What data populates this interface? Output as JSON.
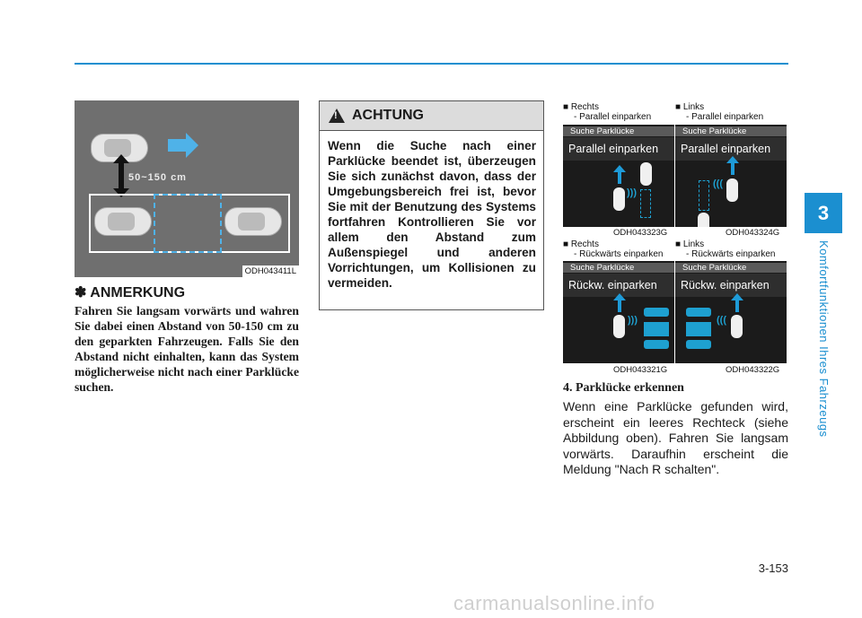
{
  "chapter": {
    "number": "3",
    "title": "Komfortfunktionen Ihres Fahrzeugs"
  },
  "page_number": "3-153",
  "figure_left": {
    "code": "ODH043411L",
    "distance_label": "50~150 cm"
  },
  "note": {
    "heading": "✽ ANMERKUNG",
    "text": "Fahren Sie langsam vorwärts und wahren Sie dabei einen Abstand von 50-150 cm zu den geparkten Fahrzeugen. Falls Sie den Abstand nicht einhalten, kann das System möglicherweise nicht nach einer Parklücke suchen."
  },
  "caution": {
    "heading": "ACHTUNG",
    "text": "Wenn die Suche nach einer Parklücke beendet ist, überzeugen Sie sich zunächst davon, dass der Umgebungsbereich frei ist, bevor Sie mit der Benutzung des Systems fortfahren Kontrollieren Sie vor allem den Abstand zum Außenspiegel und anderen Vorrichtungen, um Kollisionen zu vermeiden."
  },
  "figures_right": [
    {
      "caption_line1": "■ Rechts",
      "caption_line2": "- Parallel einparken",
      "screen_title": "Suche Parklücke",
      "screen_mode": "Parallel einparken",
      "code": "ODH043323G"
    },
    {
      "caption_line1": "■ Links",
      "caption_line2": "- Parallel einparken",
      "screen_title": "Suche Parklücke",
      "screen_mode": "Parallel einparken",
      "code": "ODH043324G"
    },
    {
      "caption_line1": "■ Rechts",
      "caption_line2": "- Rückwärts einparken",
      "screen_title": "Suche Parklücke",
      "screen_mode": "Rückw. einparken",
      "code": "ODH043321G"
    },
    {
      "caption_line1": "■ Links",
      "caption_line2": "- Rückwärts einparken",
      "screen_title": "Suche Parklücke",
      "screen_mode": "Rückw. einparken",
      "code": "ODH043322G"
    }
  ],
  "section": {
    "heading": "4. Parklücke erkennen",
    "text": "Wenn eine Parklücke gefunden wird, erscheint ein leeres Rechteck (siehe Abbildung oben). Fahren Sie langsam vorwärts. Daraufhin erscheint die Meldung \"Nach R schalten\"."
  },
  "watermark": "carmanualsonline.info",
  "colors": {
    "accent": "#1b8fd0",
    "highlight": "#1ea0d0"
  }
}
